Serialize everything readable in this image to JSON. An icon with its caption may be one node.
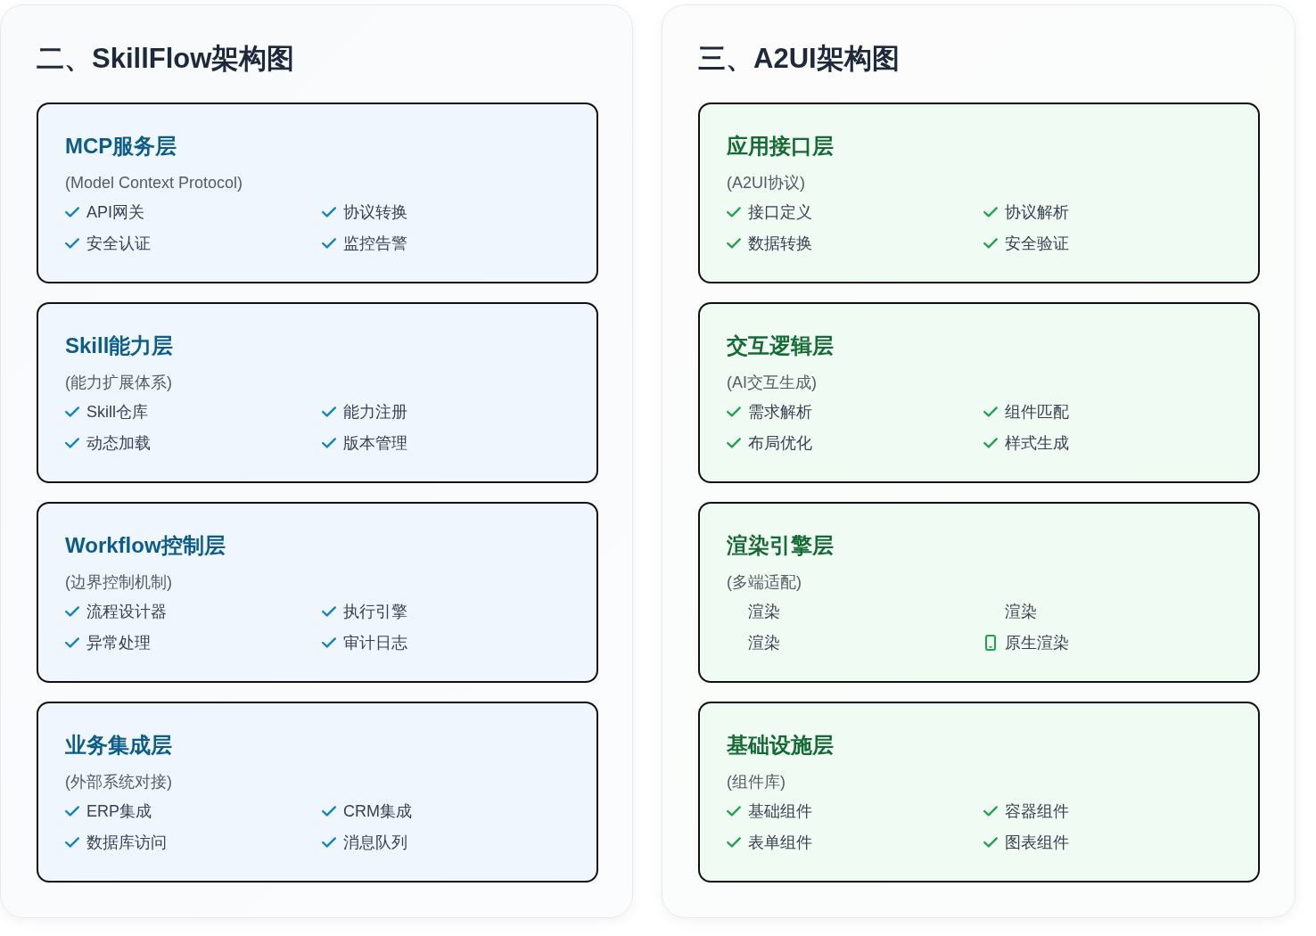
{
  "diagram": {
    "nodes": [
      {
        "text": [
          "二、SkillFlow架构图"
        ]
      },
      {
        "text": [
          "MCP服务层",
          "(Model Context Protocol)",
          "API网关",
          "协议转换",
          "安全认证",
          "监控告警"
        ],
        "in": 0
      },
      {
        "text": [
          "Skill能力层",
          "(能力扩展体系)",
          "Skill仓库",
          "能力注册",
          "动态加载",
          "版本管理"
        ],
        "in": 0
      },
      {
        "text": [
          "Workflow控制层",
          "(边界控制机制)",
          "流程设计器",
          "执行引擎",
          "异常处理",
          "审计日志"
        ],
        "in": 0
      },
      {
        "text": [
          "业务集成层",
          "(外部系统对接)",
          "ERP集成",
          "CRM集成",
          "数据库访问",
          "消息队列"
        ],
        "in": 0
      },
      {
        "text": [
          "三、A2UI架构图"
        ]
      },
      {
        "text": [
          "应用接口层",
          "(A2UI协议)",
          "接口定义",
          "协议解析",
          "数据转换",
          "安全验证"
        ],
        "in": 5
      },
      {
        "text": [
          "交互逻辑层",
          "(AI交互生成)",
          "需求解析",
          "组件匹配",
          "布局优化",
          "样式生成"
        ],
        "in": 5
      },
      {
        "text": [
          "渲染引擎层",
          "(多端适配)",
          "渲染",
          "渲染",
          "渲染",
          "原生渲染"
        ],
        "in": 5
      },
      {
        "text": [
          "基础设施层",
          "(组件库)",
          "基础组件",
          "容器组件",
          "表单组件",
          "图表组件"
        ],
        "in": 5
      }
    ]
  }
}
